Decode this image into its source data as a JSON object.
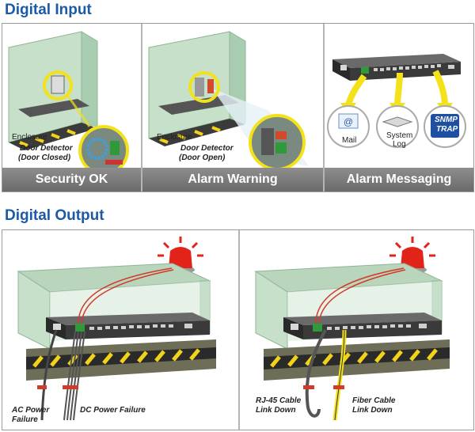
{
  "digital_input": {
    "title": "Digital Input",
    "panels": [
      {
        "caption": "Security OK",
        "enclosure_label": "Enclosure",
        "detector_line1": "Door Detector",
        "detector_line2": "(Door Closed)"
      },
      {
        "caption": "Alarm Warning",
        "enclosure_label": "Enclosure",
        "detector_line1": "Door Detector",
        "detector_line2": "(Door Open)"
      },
      {
        "caption": "Alarm Messaging",
        "mail_label": "Mail",
        "syslog_line1": "System",
        "syslog_line2": "Log",
        "snmp_line1": "SNMP",
        "snmp_line2": "TRAP"
      }
    ]
  },
  "digital_output": {
    "title": "Digital Output",
    "left": {
      "ac_line1": "AC Power",
      "ac_line2": "Failure",
      "dc_label": "DC Power Failure"
    },
    "right": {
      "rj45_line1": "RJ-45 Cable",
      "rj45_line2": "Link Down",
      "fiber_line1": "Fiber Cable",
      "fiber_line2": "Link Down"
    }
  },
  "colors": {
    "title_blue": "#1c5aa6",
    "caption_gray": "#7a7a7a",
    "glass_green": "#bcd9c0",
    "highlight_yellow": "#f3e21a",
    "alarm_red": "#e2231a",
    "snmp_blue": "#1f4fa0"
  }
}
